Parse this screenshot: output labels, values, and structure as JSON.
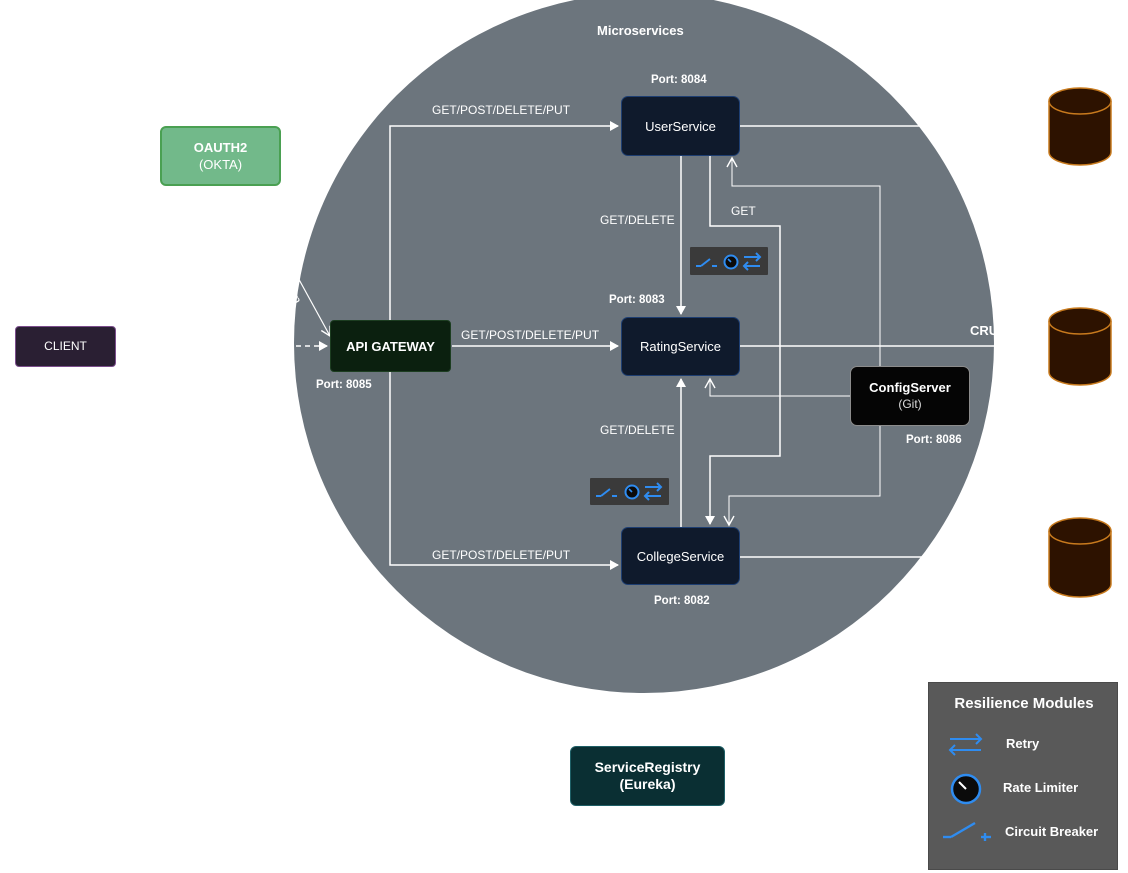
{
  "diagram": {
    "circle_title": "Microservices",
    "client": "CLIENT",
    "oauth": {
      "title": "OAUTH2",
      "subtitle": "(OKTA)"
    },
    "token_label": "Token",
    "gateway": {
      "label": "API GATEWAY",
      "port": "Port: 8085"
    },
    "user_service": {
      "label": "UserService",
      "port": "Port: 8084"
    },
    "rating_service": {
      "label": "RatingService",
      "port": "Port: 8083"
    },
    "college_service": {
      "label": "CollegeService",
      "port": "Port: 8082"
    },
    "config_server": {
      "title": "ConfigServer",
      "subtitle": "(Git)",
      "port": "Port: 8086"
    },
    "service_registry": {
      "title": "ServiceRegistry",
      "subtitle": "(Eureka)"
    },
    "edges": {
      "gw_to_user": "GET/POST/DELETE/PUT",
      "gw_to_rating": "GET/POST/DELETE/PUT",
      "gw_to_college": "GET/POST/DELETE/PUT",
      "user_to_rating": "GET/DELETE",
      "college_to_rating": "GET/DELETE",
      "user_to_college": "GET",
      "rating_to_db_partial": "CRU"
    }
  },
  "legend": {
    "title": "Resilience Modules",
    "items": [
      {
        "label": "Retry",
        "icon": "retry-icon"
      },
      {
        "label": "Rate Limiter",
        "icon": "rate-limiter-icon"
      },
      {
        "label": "Circuit Breaker",
        "icon": "circuit-breaker-icon"
      }
    ]
  },
  "colors": {
    "circle": "#6c757d",
    "service_fill": "#0f1a2c",
    "gateway_fill": "#0b200f",
    "client_fill": "#2a1f33",
    "oauth_fill": "#72b98a",
    "registry_fill": "#0a2f33",
    "database_fill": "#2d1200",
    "database_stroke": "#c87a1d",
    "icon_blue": "#2f8cf0"
  }
}
